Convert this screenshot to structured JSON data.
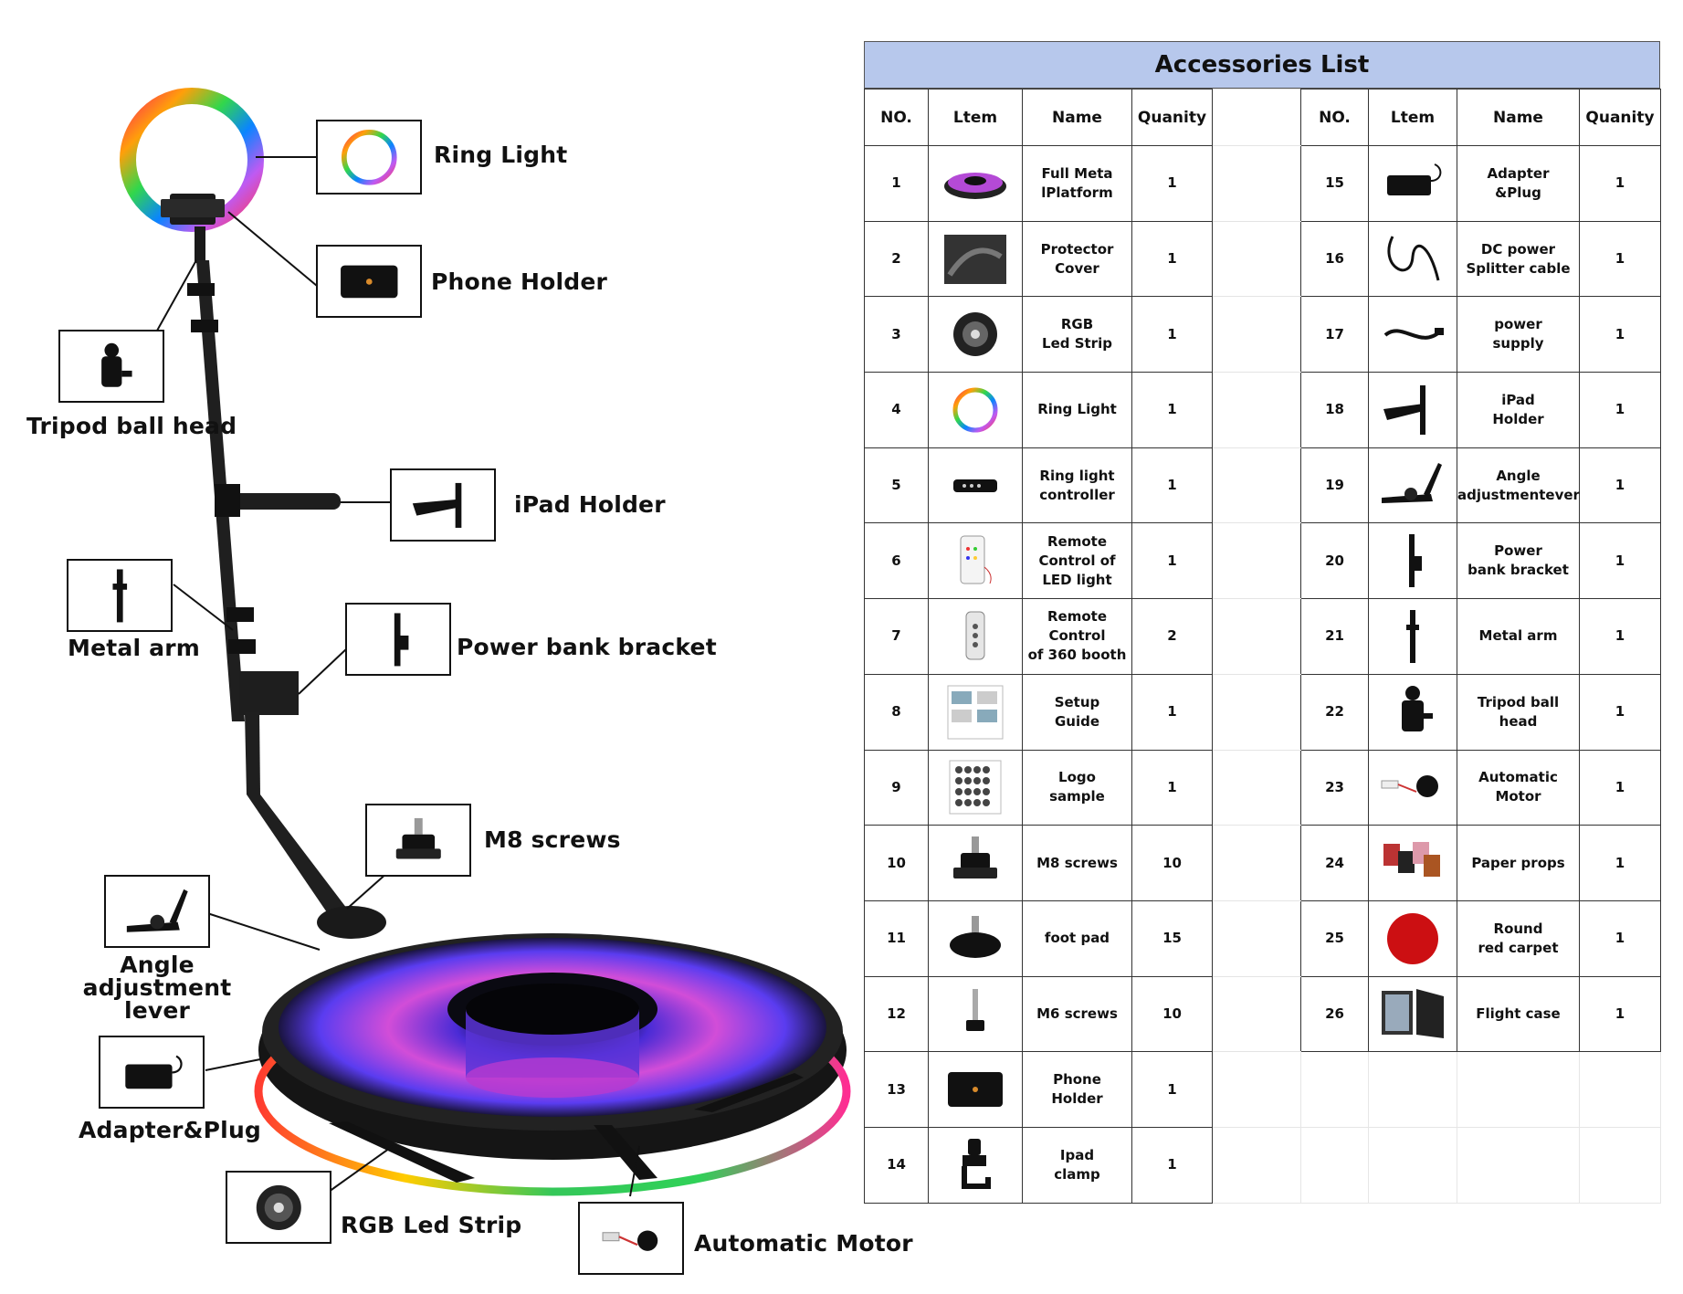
{
  "callouts": {
    "ring_light": "Ring Light",
    "phone_holder": "Phone Holder",
    "tripod_ball_head": "Tripod ball head",
    "ipad_holder": "iPad Holder",
    "metal_arm": "Metal arm",
    "power_bank_bracket": "Power bank bracket",
    "m8_screws": "M8 screws",
    "angle_adjustment_lever": "Angle adjustment\nlever",
    "adapter_plug": "Adapter&Plug",
    "rgb_led_strip": "RGB Led Strip",
    "automatic_motor": "Automatic Motor"
  },
  "table": {
    "title": "Accessories List",
    "headers": [
      "NO.",
      "Ltem",
      "Name",
      "Quanity"
    ],
    "left_rows": [
      {
        "no": "1",
        "icon": "platform-icon",
        "name": "Full Meta\nlPlatform",
        "qty": "1"
      },
      {
        "no": "2",
        "icon": "protector-cover-icon",
        "name": "Protector\nCover",
        "qty": "1"
      },
      {
        "no": "3",
        "icon": "led-strip-reel-icon",
        "name": "RGB\nLed Strip",
        "qty": "1"
      },
      {
        "no": "4",
        "icon": "ring-light-icon",
        "name": "Ring Light",
        "qty": "1"
      },
      {
        "no": "5",
        "icon": "controller-icon",
        "name": "Ring light\ncontroller",
        "qty": "1"
      },
      {
        "no": "6",
        "icon": "led-remote-icon",
        "name": "Remote\nControl of\nLED light",
        "qty": "1"
      },
      {
        "no": "7",
        "icon": "booth-remote-icon",
        "name": "Remote\nControl\nof 360 booth",
        "qty": "2"
      },
      {
        "no": "8",
        "icon": "setup-guide-icon",
        "name": "Setup\nGuide",
        "qty": "1"
      },
      {
        "no": "9",
        "icon": "logo-sample-icon",
        "name": "Logo\nsample",
        "qty": "1"
      },
      {
        "no": "10",
        "icon": "m8-screw-icon",
        "name": "M8 screws",
        "qty": "10"
      },
      {
        "no": "11",
        "icon": "foot-pad-icon",
        "name": "foot pad",
        "qty": "15"
      },
      {
        "no": "12",
        "icon": "m6-screw-icon",
        "name": "M6 screws",
        "qty": "10"
      },
      {
        "no": "13",
        "icon": "phone-holder-icon",
        "name": "Phone\nHolder",
        "qty": "1"
      },
      {
        "no": "14",
        "icon": "ipad-clamp-icon",
        "name": "Ipad\nclamp",
        "qty": "1"
      }
    ],
    "right_rows": [
      {
        "no": "15",
        "icon": "adapter-icon",
        "name": "Adapter\n&Plug",
        "qty": "1"
      },
      {
        "no": "16",
        "icon": "splitter-cable-icon",
        "name": "DC power\nSplitter cable",
        "qty": "1"
      },
      {
        "no": "17",
        "icon": "power-cable-icon",
        "name": "power\nsupply",
        "qty": "1"
      },
      {
        "no": "18",
        "icon": "ipad-holder-icon",
        "name": "iPad\nHolder",
        "qty": "1"
      },
      {
        "no": "19",
        "icon": "angle-lever-icon",
        "name": "Angle\nadjustmentever",
        "qty": "1"
      },
      {
        "no": "20",
        "icon": "power-bank-bracket-icon",
        "name": "Power\nbank bracket",
        "qty": "1"
      },
      {
        "no": "21",
        "icon": "metal-arm-icon",
        "name": "Metal arm",
        "qty": "1"
      },
      {
        "no": "22",
        "icon": "tripod-ball-head-icon",
        "name": "Tripod ball head",
        "qty": "1"
      },
      {
        "no": "23",
        "icon": "motor-icon",
        "name": "Automatic\nMotor",
        "qty": "1"
      },
      {
        "no": "24",
        "icon": "paper-props-icon",
        "name": "Paper props",
        "qty": "1"
      },
      {
        "no": "25",
        "icon": "red-carpet-icon",
        "name": "Round\nred carpet",
        "qty": "1"
      },
      {
        "no": "26",
        "icon": "flight-case-icon",
        "name": "Flight case",
        "qty": "1"
      }
    ]
  }
}
